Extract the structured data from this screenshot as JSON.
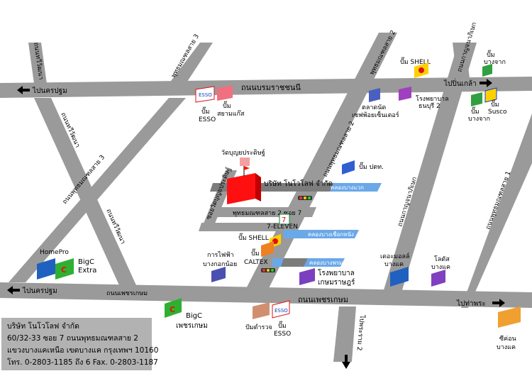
{
  "roads": {
    "borommaratchachonnani": "ถนนบรมราชชนนี",
    "phetkasem": "ถนนเพชรเกษม",
    "phetkasem_small": "ถนนเพชรเกษม",
    "phutthamonthon2": "ถนนพุทธมณฑลสาย 2",
    "phutthamonthon2_top": "พุทธมณฑลสาย 2",
    "phutthamonthon3": "ถนนพุทธมณฑลสาย 3",
    "phutthamonthon3_top": "พุทธมณฑลสาย 3",
    "phutthamonthon1": "ถนนพุทธมณฑลสาย 1",
    "thawi_watthana_top": "ถนนทวีวัฒนา",
    "thawi_watthana_mid": "ถนนทวีวัฒนา",
    "thawi_watthana_low": "ถนนทวีวัฒนา",
    "kanchanaphisek": "ถนนกาญจนาภิเษก",
    "kanchanaphisek_top": "ถนนกาญจนาภิเษก",
    "phutthamonthon2_soi7": "พุทธมณฑลสาย 2 ซอย 7",
    "soi_side": "ซอยวัดบุญยประดิษฐ์",
    "phran_2": "ถนนพุทธมณฑลสาย 2",
    "phra_ram2": "ไปพระราม 2"
  },
  "directions": {
    "to_nakhon_pathom_top": "ไปนครปฐม",
    "to_pinklao": "ไปปิ่นเกล้า",
    "to_nakhon_pathom_bottom": "ไปนครปฐม",
    "to_tha_phra": "ไปท่าพระ",
    "to_rama2": "ไปพระราม 2"
  },
  "canals": {
    "bang_waek": "คลองบางแวก",
    "bang_chueak_nang": "คลองบางเชือกหนัง",
    "bang_phrom": "คลองบางพรม"
  },
  "places": {
    "company": "บริษัท โนโวโลฟ จำกัด",
    "temple": "วัดบุญยประดิษฐ์",
    "seven_eleven": "7-ELEVEN",
    "shell_mid": "ปั๊ม SHELL",
    "caltex_l1": "ปั๊ม",
    "caltex_l2": "CALTEX",
    "ptt": "ปั๊ม ปตท.",
    "market_l1": "ตลาดนัด",
    "market_l2": "เซฟพ้อยเซ็นเตอร์",
    "hospital_top_l1": "โรงพยาบาล",
    "hospital_top_l2": "ธนบุรี 2",
    "esso_top_l1": "ปั๊ม",
    "esso_top_l2": "ESSO",
    "siam_gas_l1": "ปั๊ม",
    "siam_gas_l2": "สยามแก๊ส",
    "shell_top": "ปั๊ม SHELL",
    "susco_l1": "ปั๊ม",
    "susco_l2": "Susco",
    "bangchak_top_l1": "ปั๊ม",
    "bangchak_top_l2": "บางจาก",
    "bangchak_right_l1": "ปั๊ม",
    "bangchak_right_l2": "บางจาก",
    "mea_l1": "การไฟฟ้า",
    "mea_l2": "บางกอกน้อย",
    "homepro": "HomePro",
    "bigc_extra_l1": "BigC",
    "bigc_extra_l2": "Extra",
    "bigc_phet_l1": "BigC",
    "bigc_phet_l2": "เพชรเกษม",
    "hospital_phet_l1": "โรงพยาบาล",
    "hospital_phet_l2": "เกษมราษฎร์",
    "mall_l1": "เดอะมอลล์",
    "mall_l2": "บางแค",
    "lotus_l1": "โลตัส",
    "lotus_l2": "บางแค",
    "police_pump": "ปัมตำรวจ",
    "esso_bottom_l1": "ปั๊ม",
    "esso_bottom_l2": "ESSO",
    "seacon_l1": "ซีค่อน",
    "seacon_l2": "บางแค"
  },
  "info": {
    "line1": "บริษัท โนโวโลฟ จำกัด",
    "line2": "60/32-33 ซอย 7 ถนนพุทธมณฑลสาย 2",
    "line3": "แขวงบางแคเหนือ เขตบางแค กรุงเทพฯ 10160",
    "line4": "โทร. 0-2803-1185 ถึง 6 Fax. 0-2803-1187"
  },
  "colors": {
    "road": "#9a9a9a",
    "canal": "#6aa8e8",
    "company": "#ff1010",
    "info_box": "#b2b2b2"
  },
  "icons": {
    "arrow": "arrow-icon",
    "fuel": "fuel-station-icon",
    "traffic_light": "traffic-light-icon",
    "building": "building-icon"
  }
}
